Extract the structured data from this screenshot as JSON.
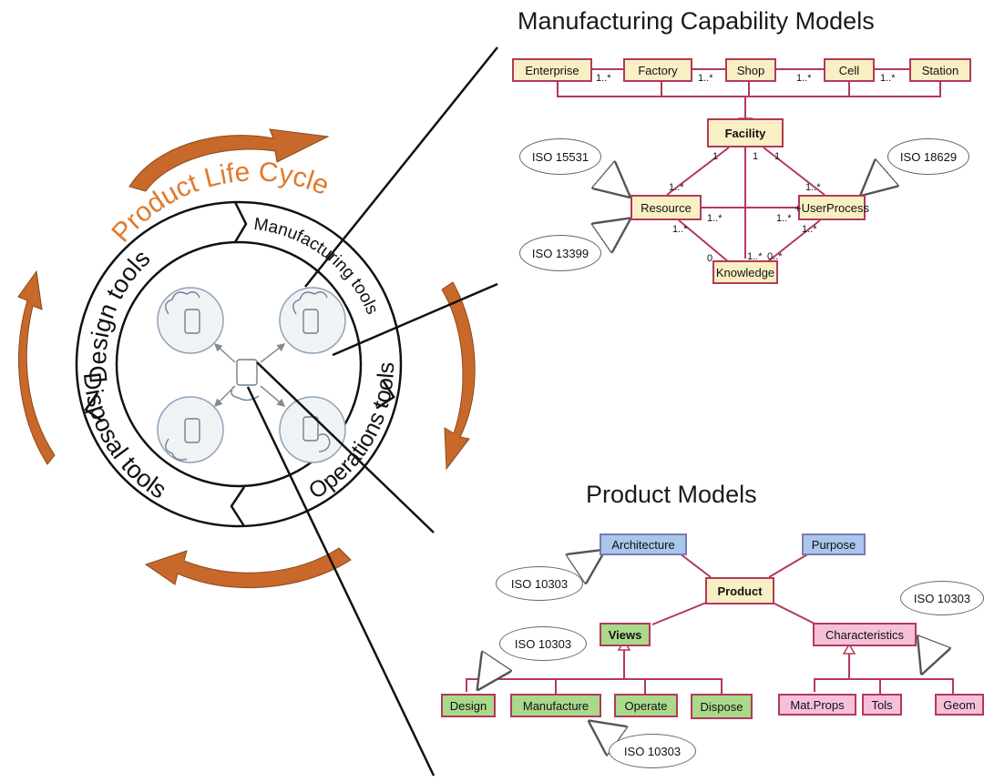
{
  "manufacturing": {
    "title": "Manufacturing Capability Models",
    "chain": [
      "Enterprise",
      "Factory",
      "Shop",
      "Cell",
      "Station"
    ],
    "facility": "Facility",
    "resource": "Resource",
    "process": "+UserProcess",
    "knowledge": "Knowledge",
    "standards": [
      "ISO 15531",
      "ISO 18629",
      "ISO 13399"
    ],
    "multiplicities": {
      "chain_1": "1",
      "chain_many": "1..*",
      "one": "1",
      "many": "1..*",
      "zero": "0..*",
      "zero_short": "0"
    }
  },
  "product": {
    "title": "Product Models",
    "product": "Product",
    "architecture": "Architecture",
    "purpose": "Purpose",
    "views": "Views",
    "characteristics": "Characteristics",
    "view_items": [
      "Design",
      "Manufacture",
      "Operate",
      "Dispose"
    ],
    "char_items": [
      "Mat.Props",
      "Tols",
      "Geom"
    ],
    "standard": "ISO 10303"
  },
  "lifecycle": {
    "title": "Product Life Cycle",
    "segments": [
      "Design tools",
      "Manufacturing tools",
      "Operations tools",
      "Disposal tools"
    ]
  },
  "colors": {
    "accent_orange": "#e07a2e",
    "arrow_orange": "#c8682a",
    "panel_gray": "#858585",
    "uml_line": "#b4395a"
  },
  "icons": [
    "cycle-arrow-icon",
    "database-icon",
    "cloud-icon"
  ]
}
